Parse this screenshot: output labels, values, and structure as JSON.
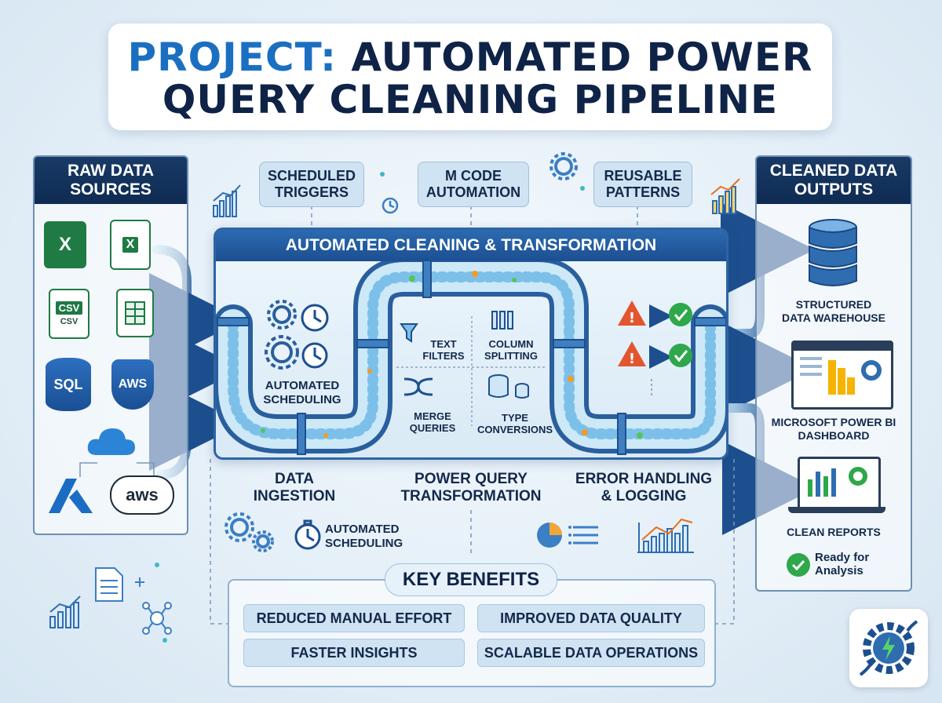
{
  "title": {
    "prefix": "PROJECT:",
    "line1_rest": "AUTOMATED POWER",
    "line2": "QUERY CLEANING PIPELINE"
  },
  "colors": {
    "accent": "#1b6fc1",
    "navy": "#0f2347",
    "pipe": "#3a7cc7",
    "warning": "#e2552f",
    "success": "#2ea84a"
  },
  "sources": {
    "header_line1": "RAW DATA",
    "header_line2": "SOURCES",
    "items": [
      {
        "icon": "excel-icon",
        "label": "X"
      },
      {
        "icon": "excel-file-icon",
        "label": "X"
      },
      {
        "icon": "csv-icon",
        "label": "CSV",
        "sublabel": "CSV"
      },
      {
        "icon": "spreadsheet-icon",
        "label": ""
      },
      {
        "icon": "sql-database-icon",
        "label": "SQL"
      },
      {
        "icon": "aws-shield-icon",
        "label": "AWS"
      },
      {
        "icon": "cloud-icon",
        "label": ""
      },
      {
        "icon": "azure-icon",
        "label": ""
      },
      {
        "icon": "aws-cloud-icon",
        "label": "aws"
      }
    ]
  },
  "features": [
    {
      "line1": "SCHEDULED",
      "line2": "TRIGGERS"
    },
    {
      "line1": "M CODE",
      "line2": "AUTOMATION"
    },
    {
      "line1": "REUSABLE",
      "line2": "PATTERNS"
    }
  ],
  "process": {
    "header": "AUTOMATED CLEANING & TRANSFORMATION",
    "scheduling_line1": "AUTOMATED",
    "scheduling_line2": "SCHEDULING",
    "steps": [
      {
        "line1": "TEXT",
        "line2": "FILTERS",
        "icon": "filter-icon"
      },
      {
        "line1": "COLUMN",
        "line2": "SPLITTING",
        "icon": "columns-icon"
      },
      {
        "line1": "MERGE",
        "line2": "QUERIES",
        "icon": "merge-icon"
      },
      {
        "line1": "TYPE",
        "line2": "CONVERSIONS",
        "icon": "database-convert-icon"
      }
    ]
  },
  "stages": [
    {
      "line1": "DATA",
      "line2": "INGESTION"
    },
    {
      "line1": "POWER QUERY",
      "line2": "TRANSFORMATION"
    },
    {
      "line1": "ERROR HANDLING",
      "line2": "& LOGGING"
    }
  ],
  "lower": {
    "scheduling_line1": "AUTOMATED",
    "scheduling_line2": "SCHEDULING"
  },
  "benefits": {
    "title": "KEY BENEFITS",
    "items": [
      "REDUCED MANUAL EFFORT",
      "IMPROVED DATA QUALITY",
      "FASTER INSIGHTS",
      "SCALABLE DATA OPERATIONS"
    ]
  },
  "outputs": {
    "header_line1": "CLEANED DATA",
    "header_line2": "OUTPUTS",
    "items": [
      {
        "line1": "STRUCTURED",
        "line2": "DATA WAREHOUSE",
        "icon": "database-stack-icon"
      },
      {
        "line1": "MICROSOFT POWER BI",
        "line2": "DASHBOARD",
        "icon": "dashboard-icon"
      },
      {
        "line1": "CLEAN REPORTS",
        "line2": "",
        "icon": "laptop-report-icon"
      }
    ],
    "ready_line1": "Ready for",
    "ready_line2": "Analysis"
  }
}
